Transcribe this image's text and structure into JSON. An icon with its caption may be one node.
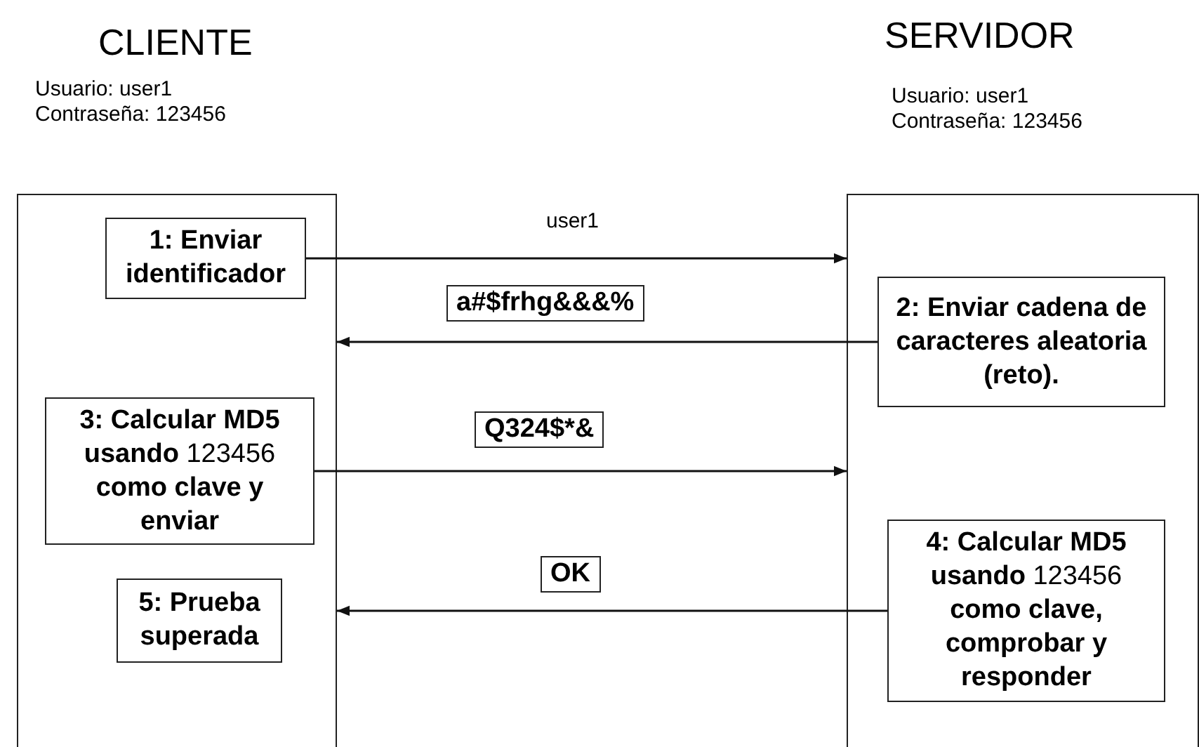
{
  "diagram": {
    "nodes": [
      {
        "text": [
          "CLIENTE",
          "Usuario: user1 Contraseña: 123456"
        ]
      },
      {
        "text": [
          "SERVIDOR",
          "Usuario: user1 Contraseña: 123456"
        ]
      },
      {
        "text": [
          "**1: Enviar identificador**"
        ],
        "in": 0
      },
      {
        "text": [
          "**2: Enviar cadena de caracteres aleatoria (reto).**"
        ],
        "in": 1
      },
      {
        "text": [
          "**3: Calcular MD5 usando** 123456 **como clave y enviar**"
        ],
        "in": 0
      },
      {
        "text": [
          "**4: Calcular MD5 usando** 123456 **como clave, comprobar y responder**"
        ],
        "in": 1
      },
      {
        "text": [
          "**5: Prueba superada**"
        ],
        "in": 0
      }
    ],
    "edges": [
      {
        "from": 2,
        "to": 1,
        "arrow": "to",
        "label": "user1"
      },
      {
        "from": 3,
        "to": 0,
        "arrow": "to",
        "label": "a#$frhg&&&%"
      },
      {
        "from": 4,
        "to": 1,
        "arrow": "to",
        "label": "Q324$*&"
      },
      {
        "from": 5,
        "to": 0,
        "arrow": "to",
        "label": "OK"
      }
    ]
  }
}
